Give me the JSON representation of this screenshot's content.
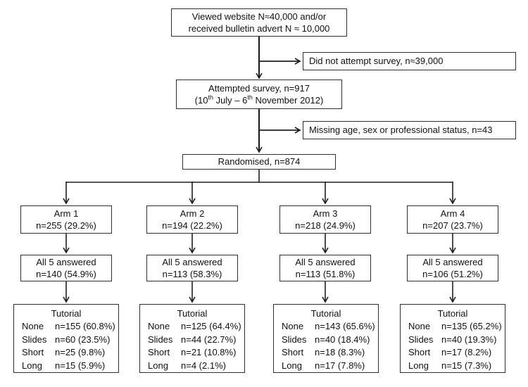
{
  "top_box": {
    "line1": "Viewed website N≈40,000 and/or",
    "line2": "received bulletin advert N ≈ 10,000"
  },
  "exclusions": [
    {
      "label": "Did not attempt survey, n≈39,000"
    },
    {
      "label": "Missing age, sex or professional status, n=43"
    }
  ],
  "attempted_box": {
    "line1": "Attempted survey, n=917",
    "date_parts": [
      "(10",
      "th",
      " July – 6",
      "th",
      " November 2012)"
    ]
  },
  "randomised_box": {
    "label": "Randomised, n=874"
  },
  "labels": {
    "answered": "All 5 answered",
    "tutorial_title": "Tutorial"
  },
  "arms": [
    {
      "title": "Arm 1",
      "n": "n=255 (29.2%)",
      "answered_n": "n=140 (54.9%)",
      "tutorial_rows": [
        {
          "label": "None",
          "value": "n=155 (60.8%)"
        },
        {
          "label": "Slides",
          "value": "n=60 (23.5%)"
        },
        {
          "label": "Short",
          "value": "n=25 (9.8%)"
        },
        {
          "label": "Long",
          "value": "n=15 (5.9%)"
        }
      ]
    },
    {
      "title": "Arm 2",
      "n": "n=194 (22.2%)",
      "answered_n": "n=113 (58.3%)",
      "tutorial_rows": [
        {
          "label": "None",
          "value": "n=125 (64.4%)"
        },
        {
          "label": "Slides",
          "value": "n=44 (22.7%)"
        },
        {
          "label": "Short",
          "value": "n=21 (10.8%)"
        },
        {
          "label": "Long",
          "value": "n=4 (2.1%)"
        }
      ]
    },
    {
      "title": "Arm 3",
      "n": "n=218 (24.9%)",
      "answered_n": "n=113 (51.8%)",
      "tutorial_rows": [
        {
          "label": "None",
          "value": "n=143 (65.6%)"
        },
        {
          "label": "Slides",
          "value": "n=40 (18.4%)"
        },
        {
          "label": "Short",
          "value": "n=18 (8.3%)"
        },
        {
          "label": "Long",
          "value": "n=17 (7.8%)"
        }
      ]
    },
    {
      "title": "Arm 4",
      "n": "n=207 (23.7%)",
      "answered_n": "n=106 (51.2%)",
      "tutorial_rows": [
        {
          "label": "None",
          "value": "n=135 (65.2%)"
        },
        {
          "label": "Slides",
          "value": "n=40 (19.3%)"
        },
        {
          "label": "Short",
          "value": "n=17 (8.2%)"
        },
        {
          "label": "Long",
          "value": "n=15 (7.3%)"
        }
      ]
    }
  ],
  "colors": {
    "line": "#1f1f1f",
    "border": "#2f2f2f",
    "background": "#ffffff",
    "text": "#111111"
  }
}
